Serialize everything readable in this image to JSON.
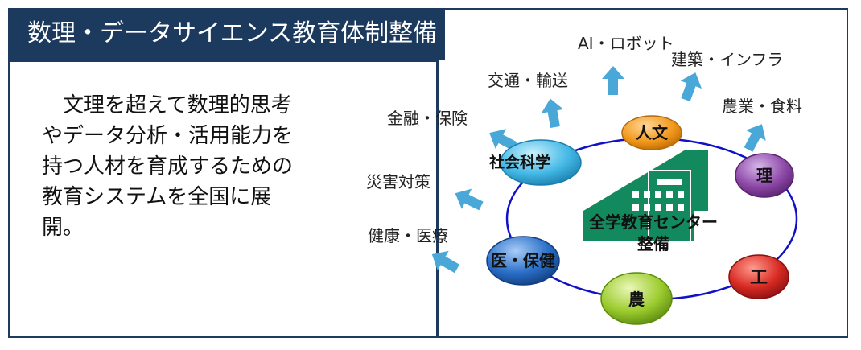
{
  "title": "数理・データサイエンス教育体制整備",
  "body_lines": [
    "文理を超えて数理的思考",
    "やデータ分析・活用能力を",
    "持つ人材を育成するための",
    "教育システムを全国に展",
    "開。"
  ],
  "center": {
    "line1": "全学教育センター",
    "line2": "整備"
  },
  "nodes": {
    "jinbun": "人文",
    "ri": "理",
    "ko": "工",
    "no": "農",
    "iho": "医・保健",
    "shakai": "社会科学"
  },
  "fields": {
    "ai": "AI・ロボット",
    "kensetsu": "建築・インフラ",
    "nogyo": "農業・食料",
    "kotsu": "交通・輸送",
    "kinyu": "金融・保険",
    "saigai": "災害対策",
    "kenko": "健康・医療"
  },
  "colors": {
    "title_bg": "#1c3a5e",
    "arrow": "#4aa8d8",
    "ring": "#1010c8",
    "building": "#138a5e",
    "jinbun": "#f39a1e",
    "ri": "#8e4aa8",
    "ko": "#d72a22",
    "no": "#9ccc2e",
    "iho": "#2a6fc8",
    "shakai": "#44b8e6"
  }
}
